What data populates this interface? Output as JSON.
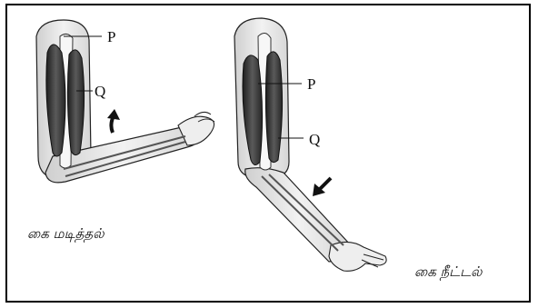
{
  "labels": {
    "flexed_p": "P",
    "flexed_q": "Q",
    "extended_p": "P",
    "extended_q": "Q"
  },
  "captions": {
    "flexion": "கை மடித்தல்",
    "extension": "கை நீட்டல்"
  },
  "colors": {
    "border": "#000000",
    "ink": "#111111",
    "skin": "#e9e9e9",
    "muscle": "#3a3a3a",
    "bone": "#f4f4f4"
  }
}
